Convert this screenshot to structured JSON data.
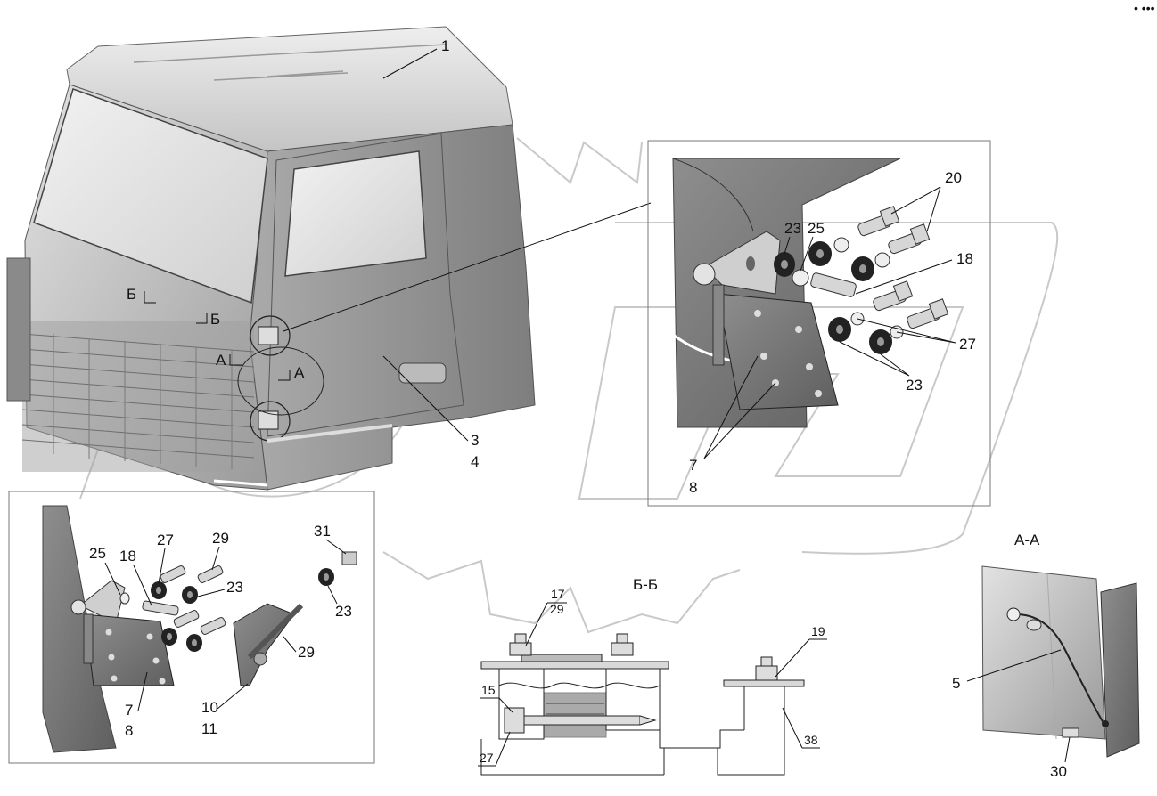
{
  "corner_mark": "• ••• ",
  "watermark_letter": "D",
  "main_view": {
    "labels": {
      "cab": "1",
      "door_a": "3",
      "door_b": "4"
    },
    "section_marks": {
      "b_left": "Б",
      "b_right": "Б",
      "a_left": "А",
      "a_right": "А"
    }
  },
  "detail_right": {
    "labels": {
      "bolts": "20",
      "washer_23_top": "23",
      "washer_25": "25",
      "bolt_18": "18",
      "washer_27": "27",
      "washer_23_bottom": "23",
      "hinge_7": "7",
      "hinge_8": "8"
    }
  },
  "detail_left": {
    "labels": {
      "p25": "25",
      "p18": "18",
      "p27": "27",
      "p29_top": "29",
      "p31": "31",
      "p23_mid": "23",
      "p23_right": "23",
      "p29_side": "29",
      "p7": "7",
      "p8": "8",
      "p10": "10",
      "p11": "11"
    }
  },
  "section_bb": {
    "title": "Б-Б",
    "labels": {
      "p17": "17",
      "p29": "29",
      "p15": "15",
      "p27": "27",
      "p19": "19",
      "p38": "38"
    }
  },
  "section_aa": {
    "title": "А-А",
    "labels": {
      "p5": "5",
      "p30": "30"
    }
  }
}
